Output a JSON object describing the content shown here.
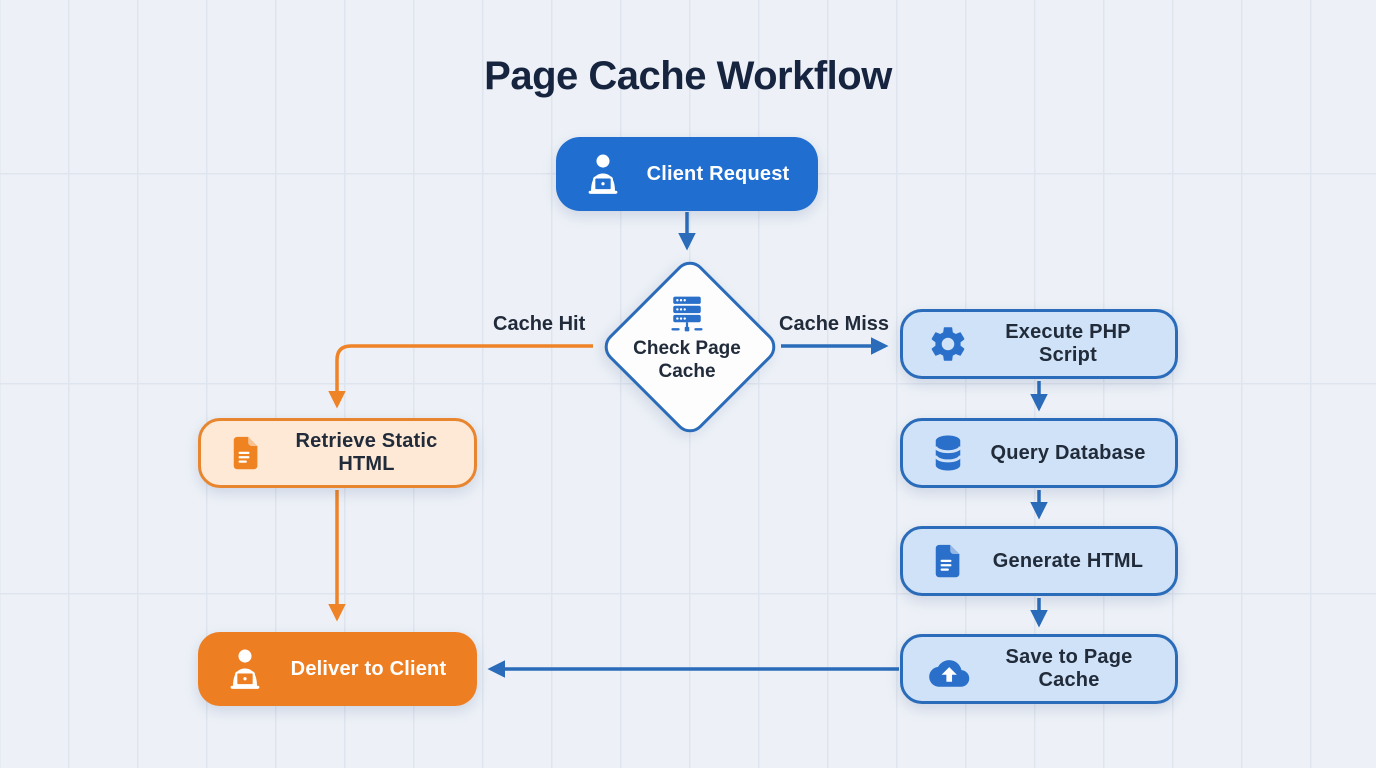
{
  "title": "Page Cache Workflow",
  "colors": {
    "background": "#edf1f7",
    "grid_line": "#dfe5ee",
    "title_text": "#16243f",
    "node_text_dark": "#212b3a",
    "node_text_light": "#ffffff",
    "blue_solid": "#1f6ed0",
    "blue_border": "#2a6cb9",
    "blue_fill_light": "#cfe2f8",
    "blue_icon": "#2a6fc9",
    "orange_solid": "#ee7e22",
    "orange_border": "#e8862f",
    "orange_fill_light": "#fde9d6",
    "orange_icon": "#ef8322",
    "arrow_blue": "#2a6cb9",
    "arrow_orange": "#ef8327"
  },
  "nodes": {
    "client_request": {
      "label": "Client Request",
      "icon": "person-laptop-icon"
    },
    "check_page_cache": {
      "label": "Check Page Cache",
      "icon": "server-stack-icon"
    },
    "retrieve_static_html": {
      "label": "Retrieve Static HTML",
      "icon": "document-icon"
    },
    "deliver_to_client": {
      "label": "Deliver to Client",
      "icon": "person-laptop-icon"
    },
    "execute_php_script": {
      "label": "Execute PHP Script",
      "icon": "gear-icon"
    },
    "query_database": {
      "label": "Query Database",
      "icon": "database-icon"
    },
    "generate_html": {
      "label": "Generate HTML",
      "icon": "document-icon"
    },
    "save_to_page_cache": {
      "label": "Save to Page Cache",
      "icon": "cloud-upload-icon"
    }
  },
  "edges": {
    "cache_hit": {
      "label": "Cache Hit"
    },
    "cache_miss": {
      "label": "Cache Miss"
    }
  }
}
